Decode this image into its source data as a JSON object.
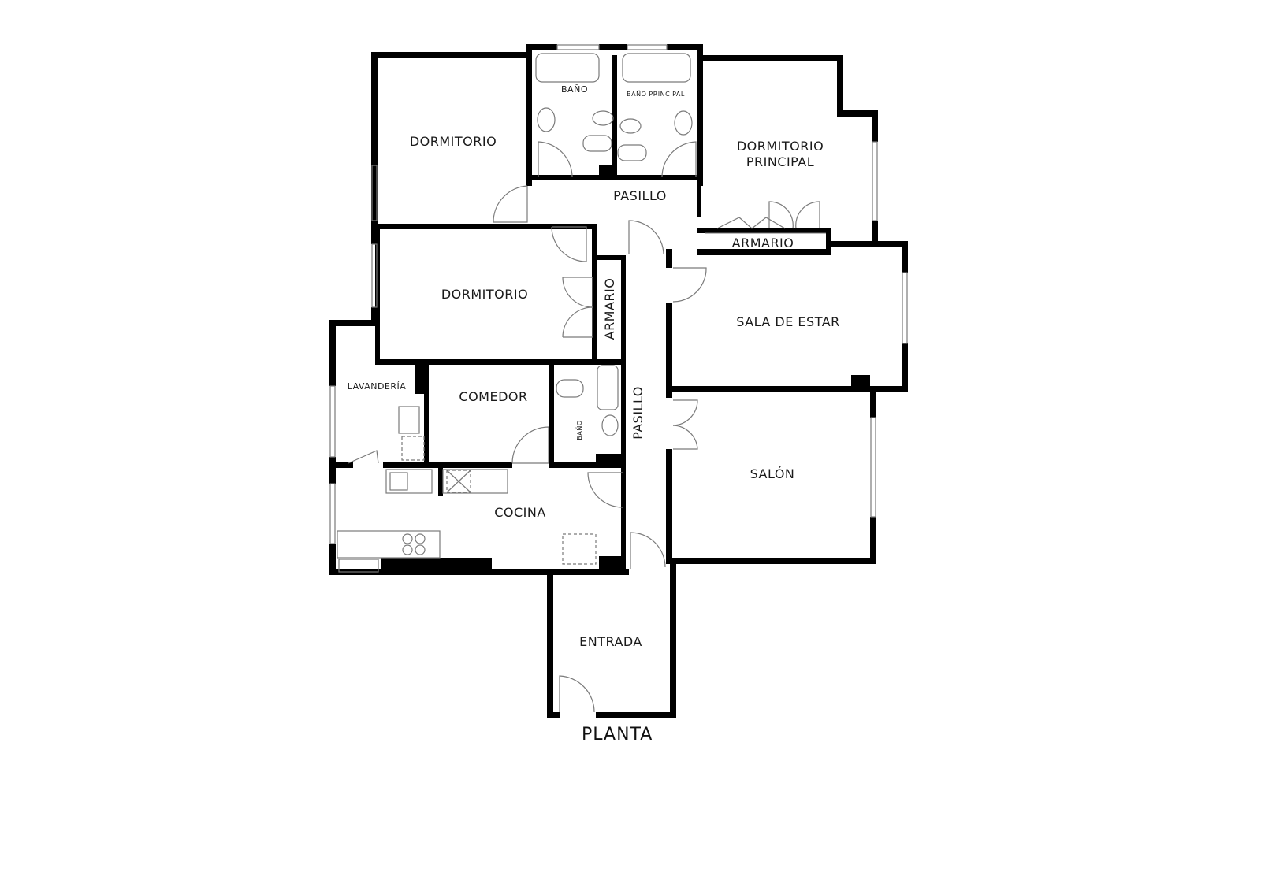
{
  "plan": {
    "title": "PLANTA",
    "colors": {
      "wall": "#000000",
      "fixture": "#7a7a7a",
      "background": "#ffffff",
      "text": "#1a1a1a"
    },
    "rooms": [
      {
        "id": "dormitorio-1",
        "label": "DORMITORIO"
      },
      {
        "id": "bano-1",
        "label": "BAÑO"
      },
      {
        "id": "bano-principal",
        "label": "BAÑO PRINCIPAL"
      },
      {
        "id": "dormitorio-principal",
        "label": "DORMITORIO PRINCIPAL",
        "line1": "DORMITORIO",
        "line2": "PRINCIPAL"
      },
      {
        "id": "pasillo-1",
        "label": "PASILLO"
      },
      {
        "id": "armario-1",
        "label": "ARMARIO"
      },
      {
        "id": "dormitorio-2",
        "label": "DORMITORIO"
      },
      {
        "id": "armario-2",
        "label": "ARMARIO"
      },
      {
        "id": "sala-de-estar",
        "label": "SALA DE ESTAR"
      },
      {
        "id": "lavanderia",
        "label": "LAVANDERÍA"
      },
      {
        "id": "comedor",
        "label": "COMEDOR"
      },
      {
        "id": "bano-2",
        "label": "BAÑO"
      },
      {
        "id": "pasillo-2",
        "label": "PASILLO"
      },
      {
        "id": "salon",
        "label": "SALÓN"
      },
      {
        "id": "cocina",
        "label": "COCINA"
      },
      {
        "id": "entrada",
        "label": "ENTRADA"
      }
    ]
  }
}
